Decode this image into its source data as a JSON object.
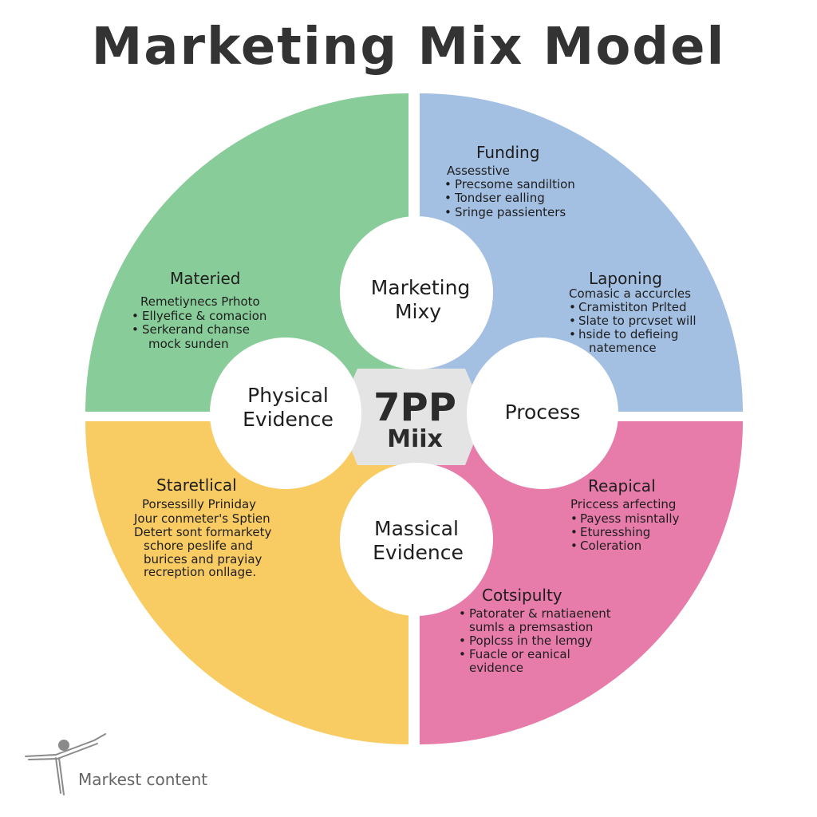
{
  "title": "Marketing Mix Model",
  "colors": {
    "green": "#88cc99",
    "blue": "#a3bfe2",
    "yellow": "#f9cb63",
    "pink": "#e77ba9",
    "center_hex": "#e4e4e4",
    "circle_fill": "#ffffff"
  },
  "quadrants": {
    "top_right_a": {
      "title": "Funding",
      "subtitle": "Assesstive",
      "bullets": [
        "Precsome sandiltion",
        "Tondser ealling",
        "Sringe passienters"
      ]
    },
    "top_right_b": {
      "title": "Laponing",
      "subtitle": "Comasic a accurcles",
      "bullets": [
        "Cramistiton Prlted",
        "Slate to prcvset will",
        "hside to defieing"
      ],
      "continuation": "natemence"
    },
    "top_left": {
      "title": "Materied",
      "subtitle": "Remetiynecs Prhoto",
      "bullets": [
        "Ellyefice & comacion",
        "Serkerand chanse"
      ],
      "continuation": "mock sunden"
    },
    "bottom_left": {
      "title": "Staretlical",
      "lines": [
        "Porsessilly Priniday",
        "Jour conmeter's Sptien",
        "Detert sont formarkety",
        "schore peslife and",
        "burices and prayiay",
        "recreption onllage."
      ]
    },
    "bottom_right_a": {
      "title": "Reapical",
      "subtitle": "Priccess arfecting",
      "bullets": [
        "Payess misntally",
        "Eturesshing",
        "Coleration"
      ]
    },
    "bottom_right_b": {
      "title": "Cotsipulty",
      "bullets": [
        "Patorater & rnatiaenent",
        "Poplcss in the lemgy",
        "Fuacle or eanical"
      ],
      "continuations": [
        "sumls a premsastion",
        "evidence"
      ]
    }
  },
  "circles": {
    "top": [
      "Marketing",
      "Mixy"
    ],
    "left": [
      "Physical",
      "Evidence"
    ],
    "right": [
      "Process"
    ],
    "bottom": [
      "Massical",
      "Evidence"
    ]
  },
  "center": {
    "line1": "7PP",
    "line2": "Miix"
  },
  "footer": {
    "text": "Markest content",
    "icon": "gymnast-logo-icon"
  }
}
